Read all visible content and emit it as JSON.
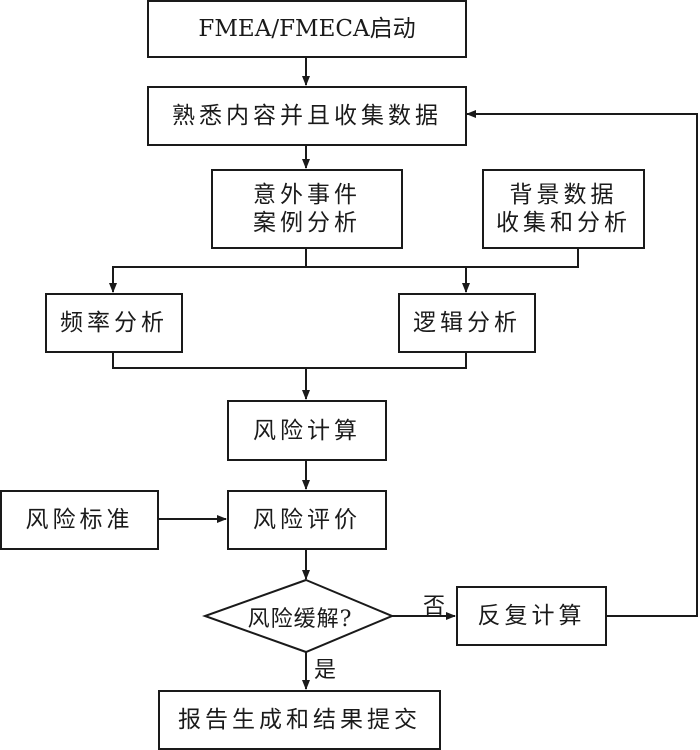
{
  "flowchart": {
    "nodes": {
      "start": "FMEA/FMECA启动",
      "collect": "熟悉内容并且收集数据",
      "accident_cases": "意外事件\n案例分析",
      "background_data": "背景数据\n收集和分析",
      "frequency_analysis": "频率分析",
      "logic_analysis": "逻辑分析",
      "risk_calculation": "风险计算",
      "risk_criteria": "风险标准",
      "risk_evaluation": "风险评价",
      "decision": "风险缓解?",
      "recalculate": "反复计算",
      "report": "报告生成和结果提交"
    },
    "edge_labels": {
      "no": "否",
      "yes": "是"
    }
  }
}
